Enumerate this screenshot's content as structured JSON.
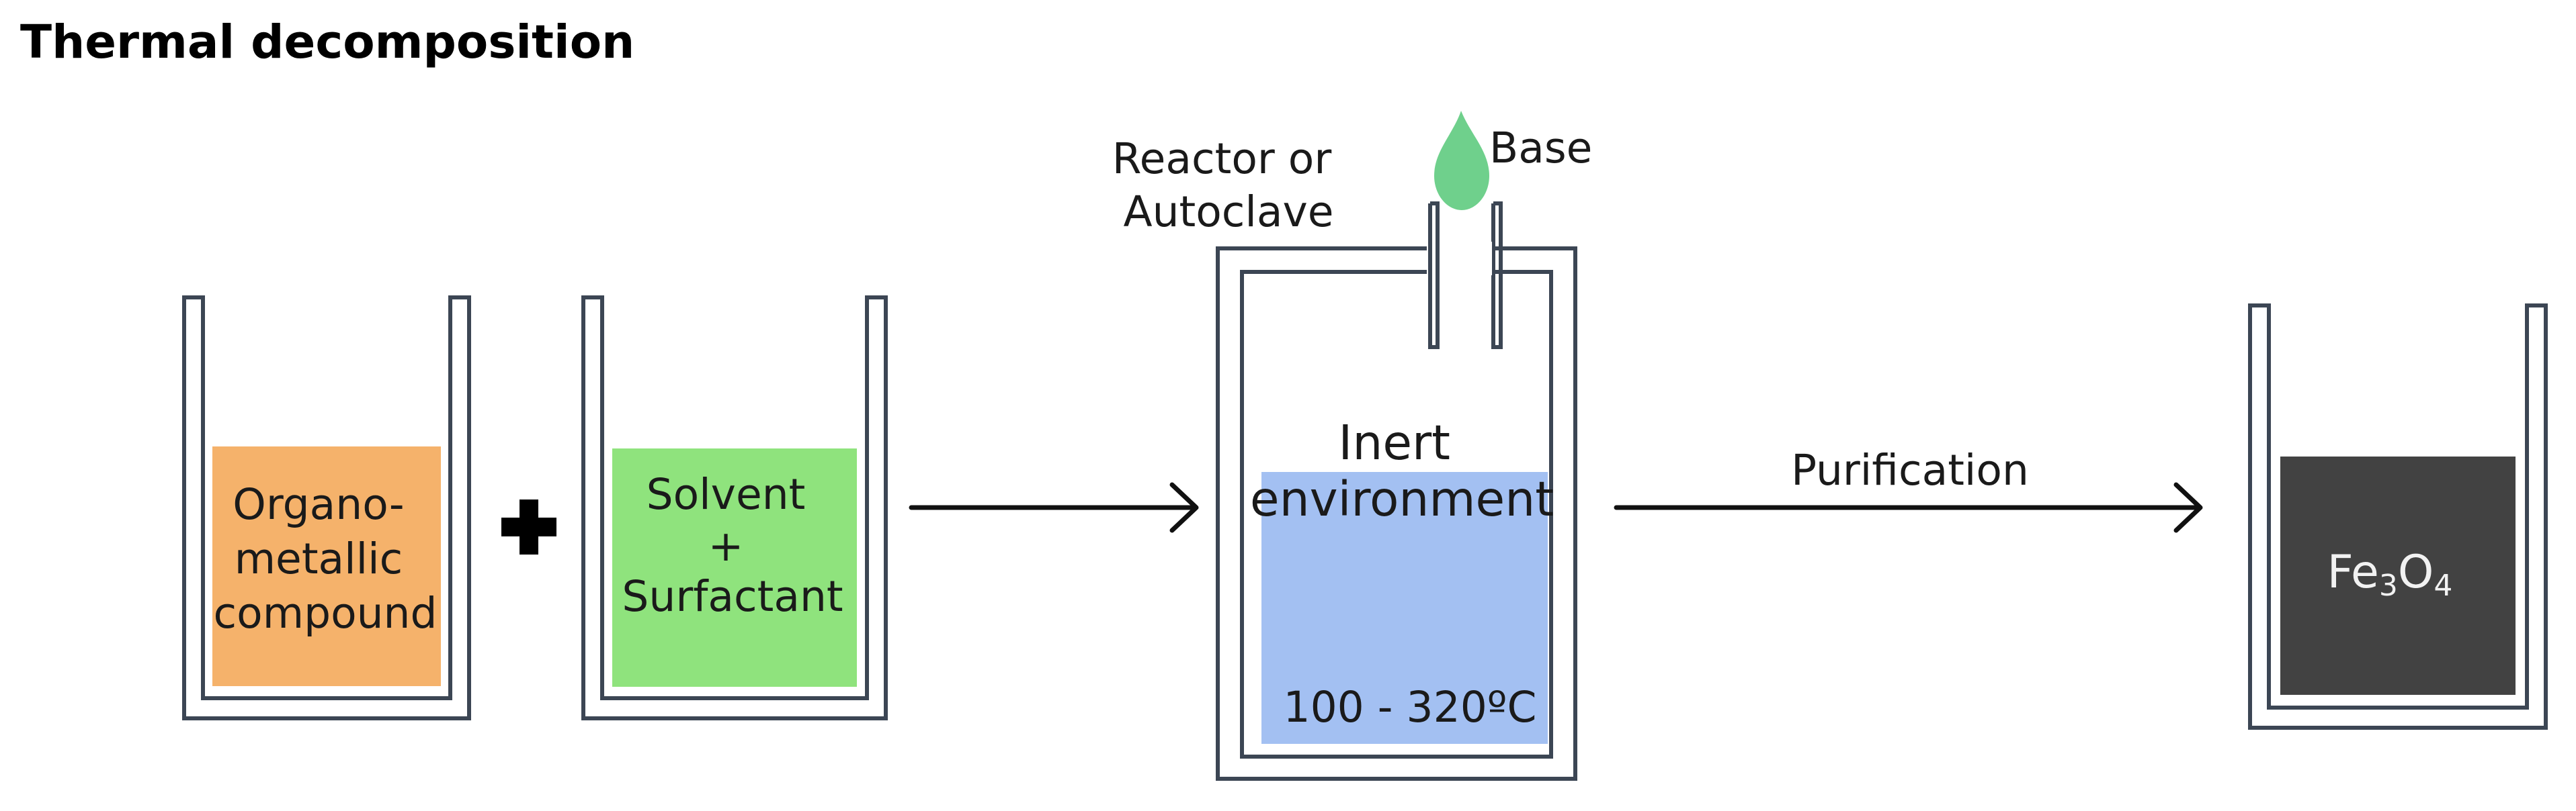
{
  "title": "Thermal decomposition",
  "beaker1": {
    "label_lines": [
      "Organo-",
      "metallic",
      "compound"
    ],
    "fill_color": "#f5b26b"
  },
  "plus_symbol": "+",
  "beaker2": {
    "label_lines": [
      "Solvent",
      "+",
      "Surfactant"
    ],
    "fill_color": "#8fe37d"
  },
  "reactor": {
    "caption_lines": [
      "Reactor or",
      "Autoclave"
    ],
    "base_label": "Base",
    "base_drop_color": "#6fd08c",
    "condition_lines": [
      "Inert",
      "environment"
    ],
    "temperature": "100 - 320ºC",
    "fill_color": "#a3c0f2"
  },
  "purification_label": "Purification",
  "product": {
    "label_main": "Fe",
    "label_sub1": "3",
    "label_mid": "O",
    "label_sub2": "4",
    "fill_color": "#424242"
  },
  "colors": {
    "vessel_outline": "#3c4654",
    "arrow": "#111111"
  }
}
